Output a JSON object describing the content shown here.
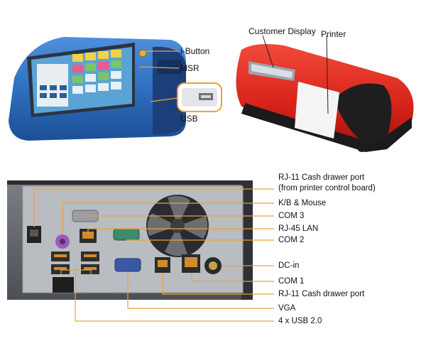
{
  "top_labels": {
    "ibutton": "i-Button",
    "msr": "MSR",
    "usb": "USB",
    "customer_display": "Customer Display",
    "printer": "Printer"
  },
  "port_labels": {
    "rj11_line1": "RJ-11 Cash drawer port",
    "rj11_line2": "(from printer control board)",
    "kb_mouse": "K/B & Mouse",
    "com3": "COM 3",
    "rj45": "RJ-45 LAN",
    "com2": "COM 2",
    "dc_in": "DC-in",
    "com1": "COM 1",
    "rj11_cash": "RJ-11 Cash drawer port",
    "vga": "VGA",
    "usb2": "4 x USB 2.0"
  },
  "colors": {
    "terminal_blue": "#2f6fc0",
    "cover_red": "#d8231a",
    "leader_orange": "#e8a33a"
  }
}
